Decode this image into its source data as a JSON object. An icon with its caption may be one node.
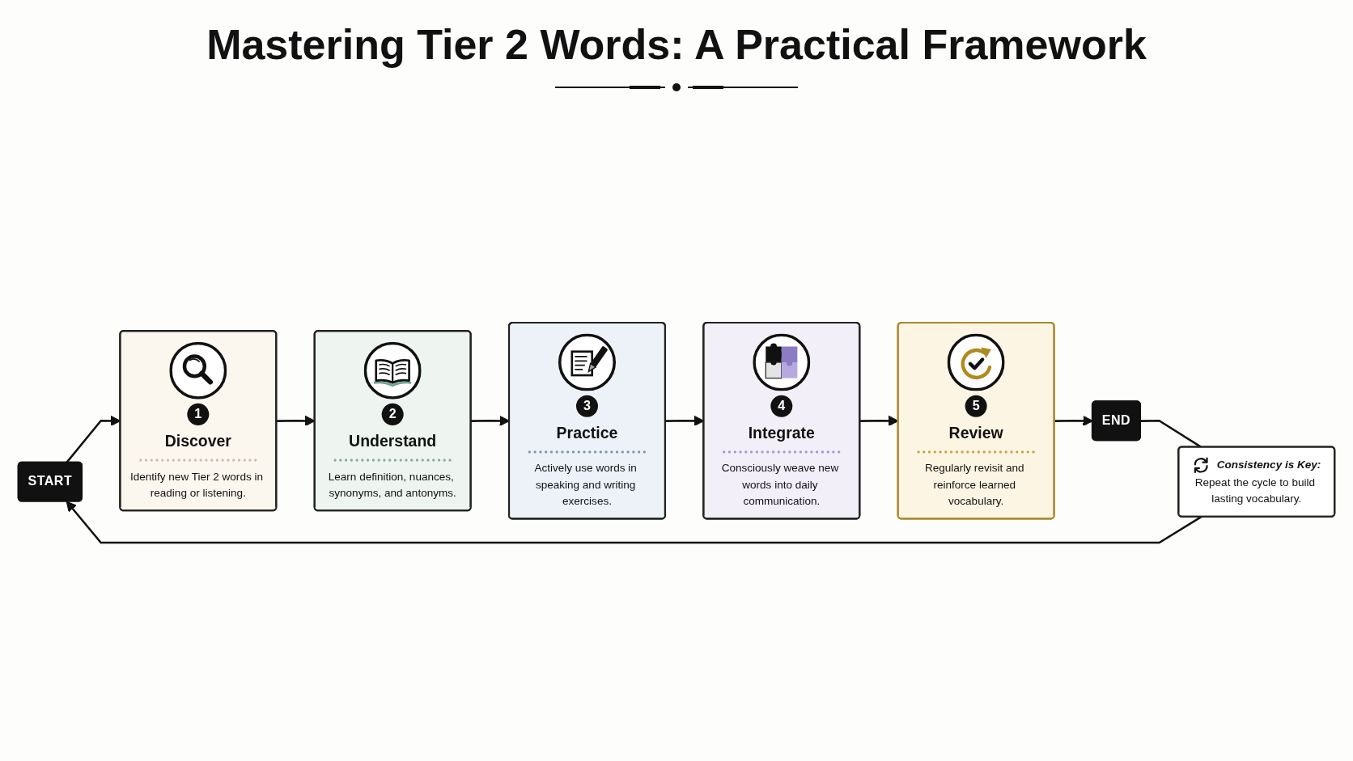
{
  "diagram": {
    "title": "Mastering Tier 2 Words: A Practical Framework",
    "nodes": [
      {
        "text": [
          "START"
        ]
      },
      {
        "text": [
          "1",
          "Discover",
          "Identify new Tier 2 words in reading or listening."
        ]
      },
      {
        "text": [
          "2",
          "Understand",
          "Learn definition, nuances, synonyms, and antonyms."
        ]
      },
      {
        "text": [
          "3",
          "Practice",
          "Actively use words in speaking and writing exercises."
        ]
      },
      {
        "text": [
          "4",
          "Integrate",
          "Consciously weave new words into daily communication."
        ]
      },
      {
        "text": [
          "5",
          "Review",
          "Regularly revisit and reinforce learned vocabulary."
        ]
      },
      {
        "text": [
          "END"
        ]
      },
      {
        "text": [
          "Consistency is Key:",
          "Repeat the cycle to build lasting vocabulary."
        ]
      }
    ],
    "edges": [
      {
        "from": 0,
        "to": 1,
        "arrow": "to"
      },
      {
        "from": 1,
        "to": 2,
        "arrow": "to"
      },
      {
        "from": 2,
        "to": 3,
        "arrow": "to"
      },
      {
        "from": 3,
        "to": 4,
        "arrow": "to"
      },
      {
        "from": 4,
        "to": 5,
        "arrow": "to"
      },
      {
        "from": 5,
        "to": 6,
        "arrow": "to"
      },
      {
        "from": 6,
        "to": 7,
        "arrow": "none"
      },
      {
        "from": 7,
        "to": 0,
        "arrow": "to"
      }
    ]
  }
}
